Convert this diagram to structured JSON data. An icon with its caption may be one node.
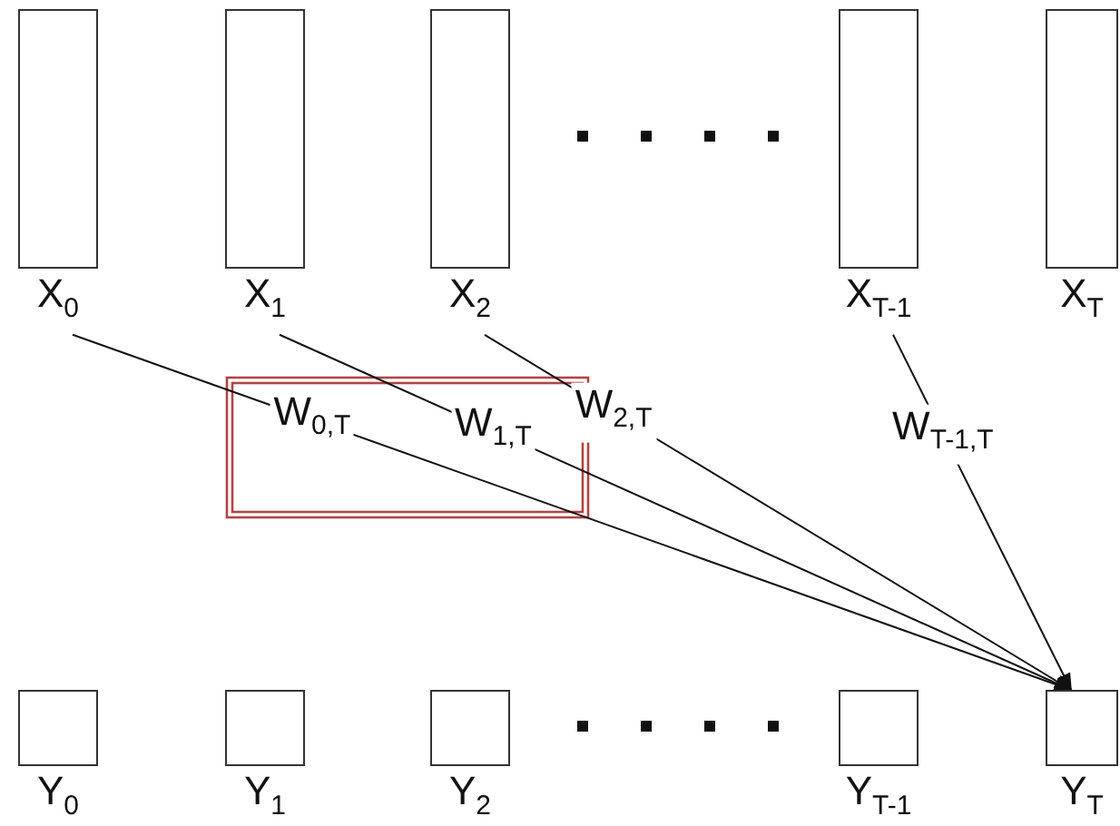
{
  "diagram": {
    "nodes": [
      {
        "text": [
          "X$_{0}$"
        ]
      },
      {
        "text": [
          "X$_{1}$"
        ]
      },
      {
        "text": [
          "X$_{2}$"
        ]
      },
      {
        "text": [
          "X$_{T-1}$"
        ]
      },
      {
        "text": [
          "X$_{T}$"
        ]
      },
      {
        "text": [
          "Y$_{0}$"
        ]
      },
      {
        "text": [
          "Y$_{1}$"
        ]
      },
      {
        "text": [
          "Y$_{2}$"
        ]
      },
      {
        "text": [
          "Y$_{T-1}$"
        ]
      },
      {
        "text": [
          "Y$_{T}$"
        ]
      }
    ],
    "edges": [
      {
        "from": 0,
        "to": 9,
        "arrow": "to",
        "label": "W$_{0,T}$"
      },
      {
        "from": 1,
        "to": 9,
        "arrow": "to",
        "label": "W$_{1,T}$"
      },
      {
        "from": 2,
        "to": 9,
        "arrow": "to",
        "label": "W$_{2,T}$"
      },
      {
        "from": 3,
        "to": 9,
        "arrow": "to",
        "label": "W$_{T-1,T}$"
      }
    ]
  }
}
